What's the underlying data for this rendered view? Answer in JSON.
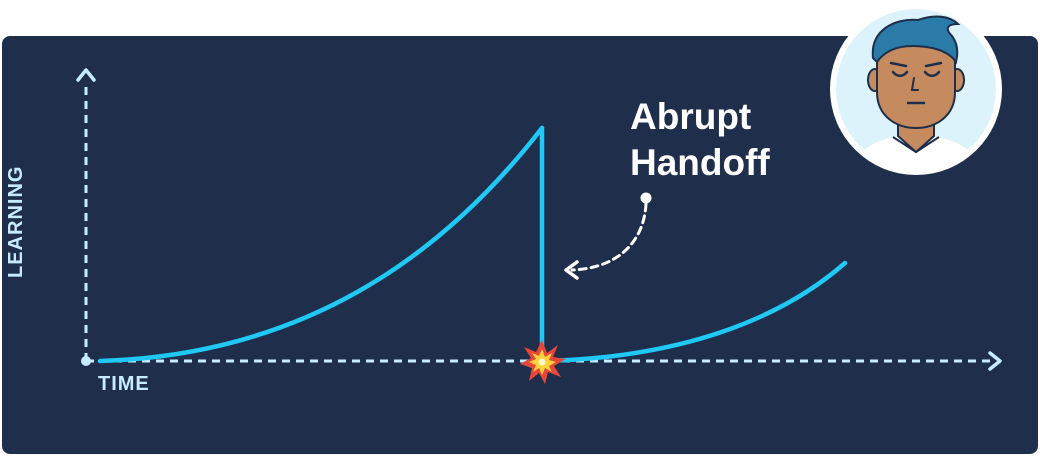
{
  "diagram": {
    "axis_y_label": "LEARNING",
    "axis_x_label": "TIME",
    "annotation": "Abrupt\nHandoff",
    "colors": {
      "background": "#1e2e4b",
      "curve": "#1fc8f5",
      "axis": "#c8ecff",
      "annotation": "#ffffff"
    },
    "icons": [
      "burst-icon",
      "person-avatar-icon"
    ]
  }
}
